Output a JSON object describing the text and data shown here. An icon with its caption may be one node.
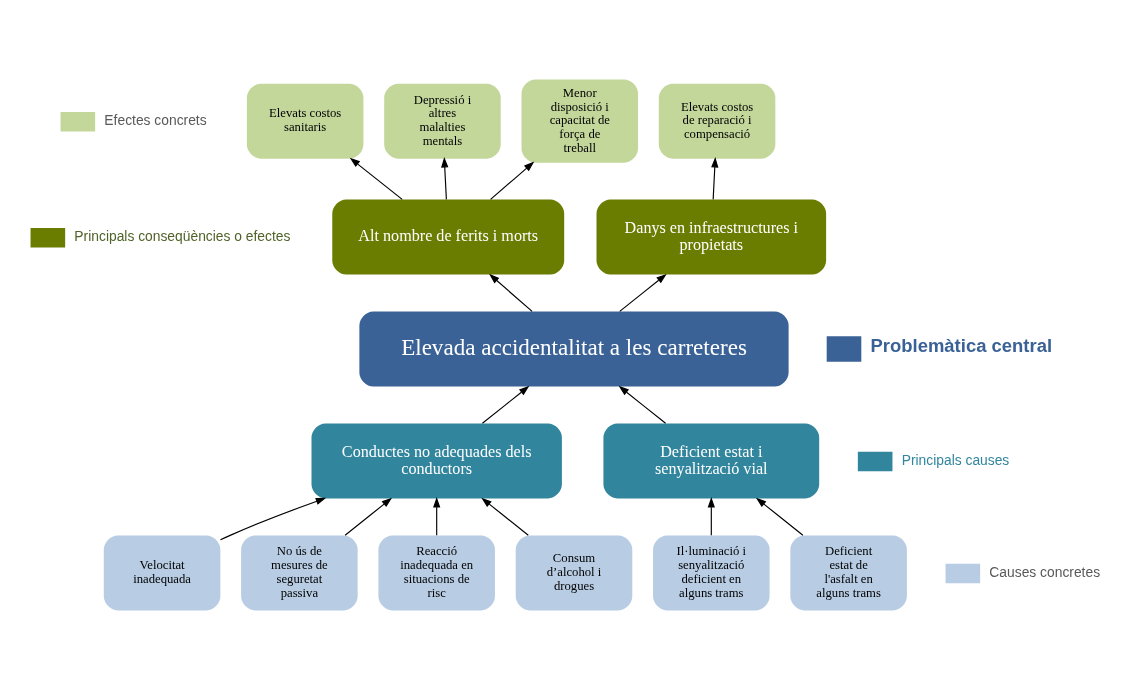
{
  "diagram": {
    "nodes": [
      {
        "text": [
          "Elevats costos sanitaris"
        ]
      },
      {
        "text": [
          "Depressió i altres malalties mentals"
        ]
      },
      {
        "text": [
          "Menor disposició i capacitat de força de treball"
        ]
      },
      {
        "text": [
          "Elevats costos de reparació i compensació"
        ]
      },
      {
        "text": [
          "Alt nombre de ferits i morts"
        ]
      },
      {
        "text": [
          "Danys en infraestructures i propietats"
        ]
      },
      {
        "text": [
          "Elevada accidentalitat a les carreteres"
        ]
      },
      {
        "text": [
          "Conductes no adequades dels conductors"
        ]
      },
      {
        "text": [
          "Deficient estat i senyalització vial"
        ]
      },
      {
        "text": [
          "Velocitat inadequada"
        ]
      },
      {
        "text": [
          "No ús de mesures de seguretat passiva"
        ]
      },
      {
        "text": [
          "Reacció inadequada en situacions de risc"
        ]
      },
      {
        "text": [
          "Consum d’alcohol i drogues"
        ]
      },
      {
        "text": [
          "Il·luminació i senyalització deficient en alguns trams"
        ]
      },
      {
        "text": [
          "Deficient estat de l'asfalt en alguns trams"
        ]
      }
    ],
    "edges": [
      {
        "from": 4,
        "to": 0,
        "arrow": "to"
      },
      {
        "from": 4,
        "to": 1,
        "arrow": "to"
      },
      {
        "from": 4,
        "to": 2,
        "arrow": "to"
      },
      {
        "from": 5,
        "to": 3,
        "arrow": "to"
      },
      {
        "from": 6,
        "to": 4,
        "arrow": "to"
      },
      {
        "from": 6,
        "to": 5,
        "arrow": "to"
      },
      {
        "from": 7,
        "to": 6,
        "arrow": "to"
      },
      {
        "from": 8,
        "to": 6,
        "arrow": "to"
      },
      {
        "from": 9,
        "to": 7,
        "arrow": "to"
      },
      {
        "from": 10,
        "to": 7,
        "arrow": "to"
      },
      {
        "from": 11,
        "to": 7,
        "arrow": "to"
      },
      {
        "from": 12,
        "to": 7,
        "arrow": "to"
      },
      {
        "from": 13,
        "to": 8,
        "arrow": "to"
      },
      {
        "from": 14,
        "to": 8,
        "arrow": "to"
      }
    ],
    "legend": [
      {
        "text": "Efectes concrets",
        "color": "#c4d79b"
      },
      {
        "text": "Principals conseqüències o efectes",
        "color": "#6b7d00"
      },
      {
        "text": "Problemàtica central",
        "color": "#3a6296"
      },
      {
        "text": "Principals causes",
        "color": "#31859c"
      },
      {
        "text": "Causes concretes",
        "color": "#b8cce4"
      }
    ]
  }
}
